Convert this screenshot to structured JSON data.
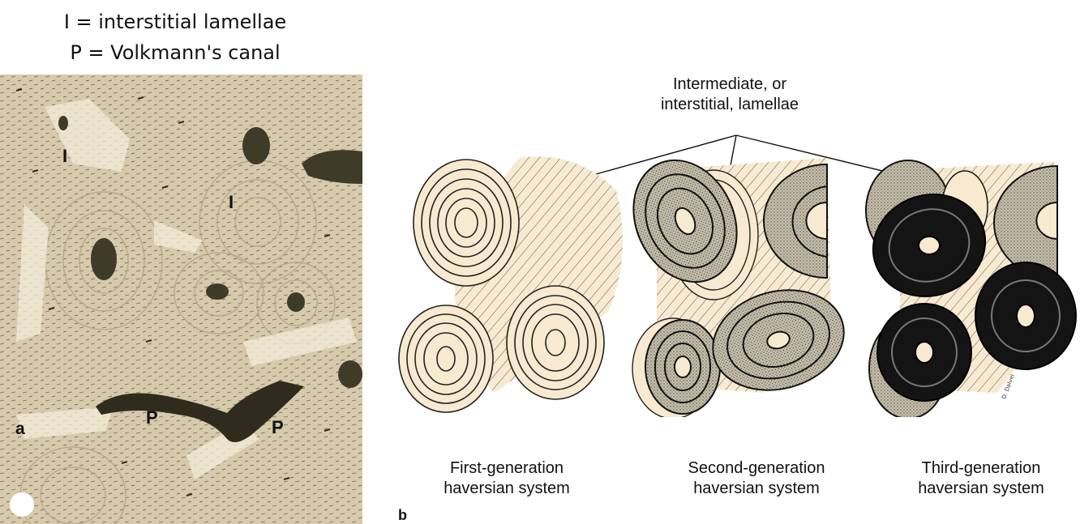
{
  "legend": {
    "line1": "I = interstitial lamellae",
    "line2": "P = Volkmann's canal"
  },
  "corner_text": "",
  "panel_a": {
    "letter": "a",
    "labels": [
      "I",
      "I",
      "P",
      "P"
    ]
  },
  "panel_b": {
    "letter": "b",
    "top_label_line1": "Intermediate, or",
    "top_label_line2": "interstitial, lamellae",
    "captions": [
      {
        "line1": "First-generation",
        "line2": "haversian system"
      },
      {
        "line1": "Second-generation",
        "line2": "haversian system"
      },
      {
        "line1": "Third-generation",
        "line2": "haversian system"
      }
    ],
    "signature": "D. Dalvei"
  },
  "colors": {
    "cream": "#f8ead0",
    "tissue": "#d8ccb0",
    "canal": "#3a3828",
    "ink": "#111111"
  }
}
